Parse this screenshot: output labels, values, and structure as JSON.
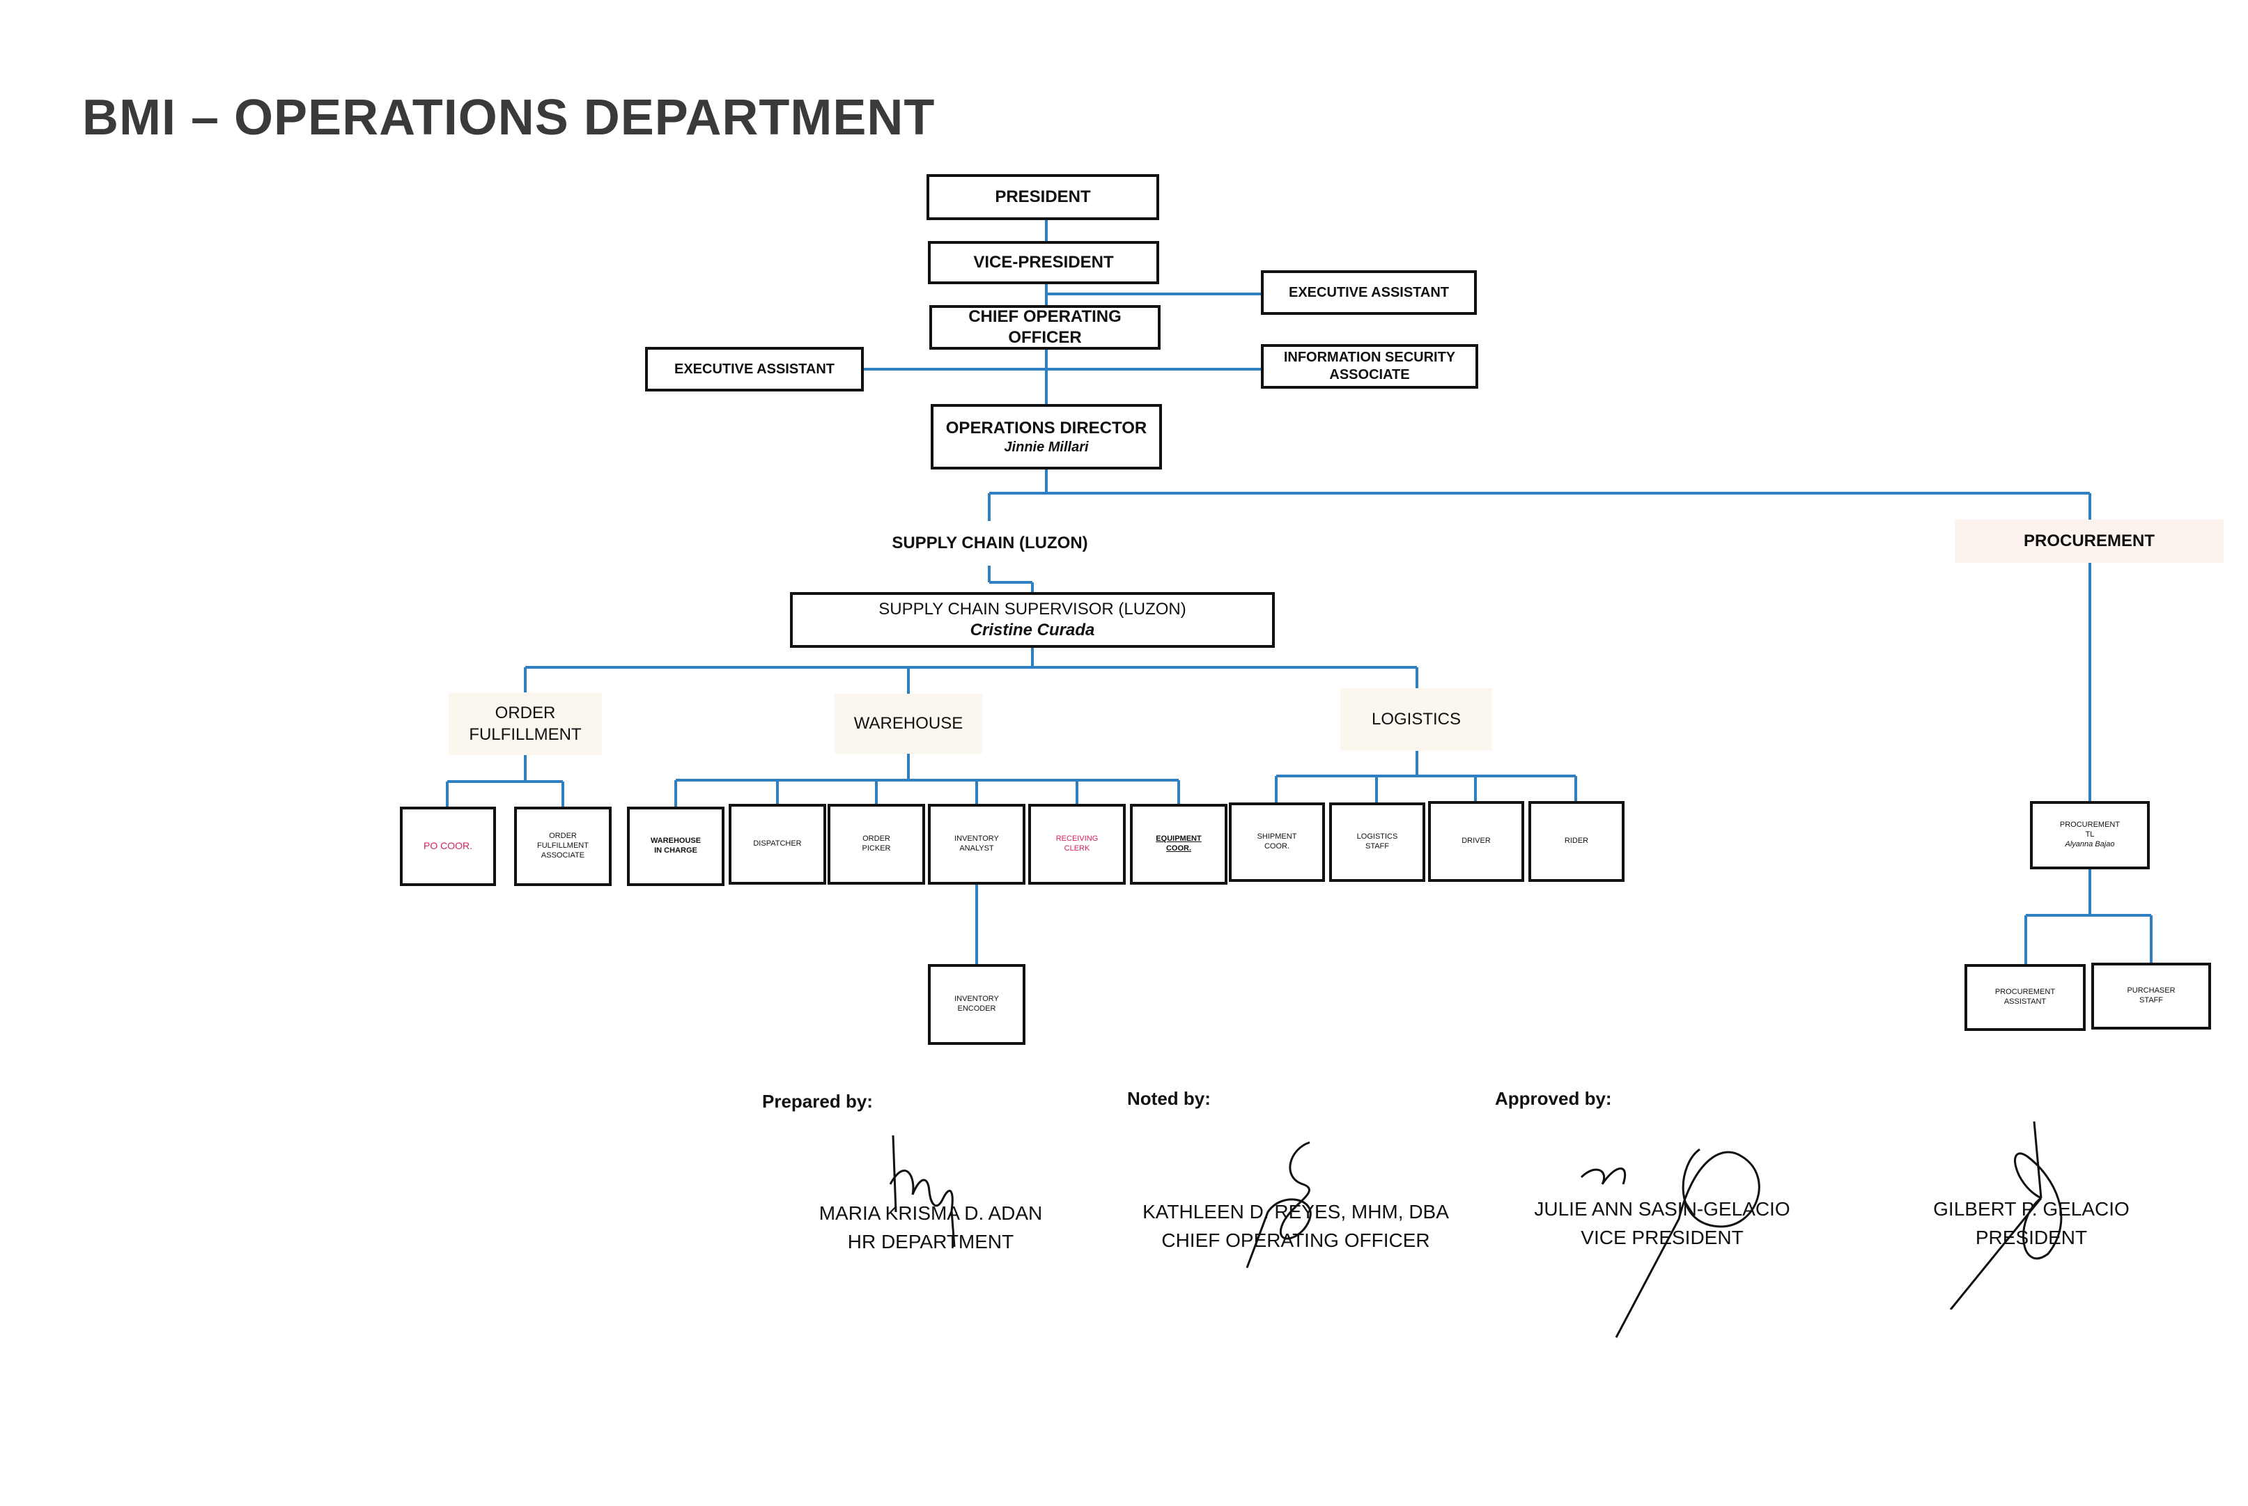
{
  "title": "BMI – OPERATIONS DEPARTMENT",
  "colors": {
    "connector": "#2f7fc1",
    "border": "#111111",
    "highlight": "#d3235a"
  },
  "boxes": {
    "president": "PRESIDENT",
    "vice_president": "VICE-PRESIDENT",
    "coo_line1": "CHIEF OPERATING",
    "coo_line2": "OFFICER",
    "exec_assistant_right": "EXECUTIVE ASSISTANT",
    "exec_assistant_left": "EXECUTIVE ASSISTANT",
    "info_sec_line1": "INFORMATION SECURITY",
    "info_sec_line2": "ASSOCIATE",
    "ops_director_title": "OPERATIONS DIRECTOR",
    "ops_director_name": "Jinnie Millari",
    "scs_title": "SUPPLY CHAIN SUPERVISOR (LUZON)",
    "scs_name": "Cristine Curada"
  },
  "departments": {
    "supply_chain": "SUPPLY CHAIN (LUZON)",
    "procurement": "PROCUREMENT",
    "order_fulfillment_line1": "ORDER",
    "order_fulfillment_line2": "FULFILLMENT",
    "warehouse": "WAREHOUSE",
    "logistics": "LOGISTICS"
  },
  "positions": {
    "po_coor": "PO COOR.",
    "ofa_line1": "ORDER",
    "ofa_line2": "FULFILLMENT",
    "ofa_line3": "ASSOCIATE",
    "wic_line1": "WAREHOUSE",
    "wic_line2": "IN CHARGE",
    "dispatcher": "DISPATCHER",
    "picker_line1": "ORDER",
    "picker_line2": "PICKER",
    "ia_line1": "INVENTORY",
    "ia_line2": "ANALYST",
    "rc_line1": "RECEIVING",
    "rc_line2": "CLERK",
    "eq_line1": "EQUIPMENT",
    "eq_line2": "COOR.",
    "ship_line1": "SHIPMENT",
    "ship_line2": "COOR.",
    "ls_line1": "LOGISTICS",
    "ls_line2": "STAFF",
    "driver": "DRIVER",
    "rider": "RIDER",
    "ie_line1": "INVENTORY",
    "ie_line2": "ENCODER",
    "ptl_line1": "PROCUREMENT",
    "ptl_line2": "TL",
    "ptl_name": "Alyanna Bajao",
    "pa_line1": "PROCUREMENT",
    "pa_line2": "ASSISTANT",
    "ps_line1": "PURCHASER",
    "ps_line2": "STAFF"
  },
  "signatures": {
    "prepared_label": "Prepared by:",
    "noted_label": "Noted by:",
    "approved_label": "Approved by:",
    "prepared_name": "MARIA KRISMA D. ADAN",
    "prepared_role": "HR DEPARTMENT",
    "noted_name": "KATHLEEN D. REYES, MHM, DBA",
    "noted_role": "CHIEF OPERATING OFFICER",
    "vp_name": "JULIE ANN SASIN-GELACIO",
    "vp_role": "VICE PRESIDENT",
    "pres_name": "GILBERT P. GELACIO",
    "pres_role": "PRESIDENT"
  }
}
